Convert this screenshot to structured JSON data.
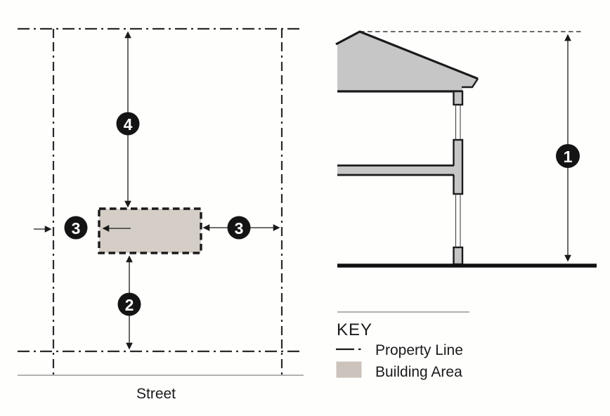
{
  "site_plan": {
    "street_label": "Street",
    "markers": {
      "rear_setback": "4",
      "front_setback": "2",
      "left_side_setback": "3",
      "right_side_setback": "3"
    }
  },
  "section": {
    "building_height_marker": "1"
  },
  "key": {
    "title": "KEY",
    "property_line_label": "Property Line",
    "building_area_label": "Building Area"
  },
  "colors": {
    "building_area_fill": "#d4cec7",
    "section_fill": "#c6c6c6",
    "legend_swatch_fill": "#cbc3bc",
    "marker_badge_bg": "#141414",
    "marker_badge_text": "#ffffff",
    "line_dark": "#2a2a2a",
    "line_gray": "#999999"
  }
}
